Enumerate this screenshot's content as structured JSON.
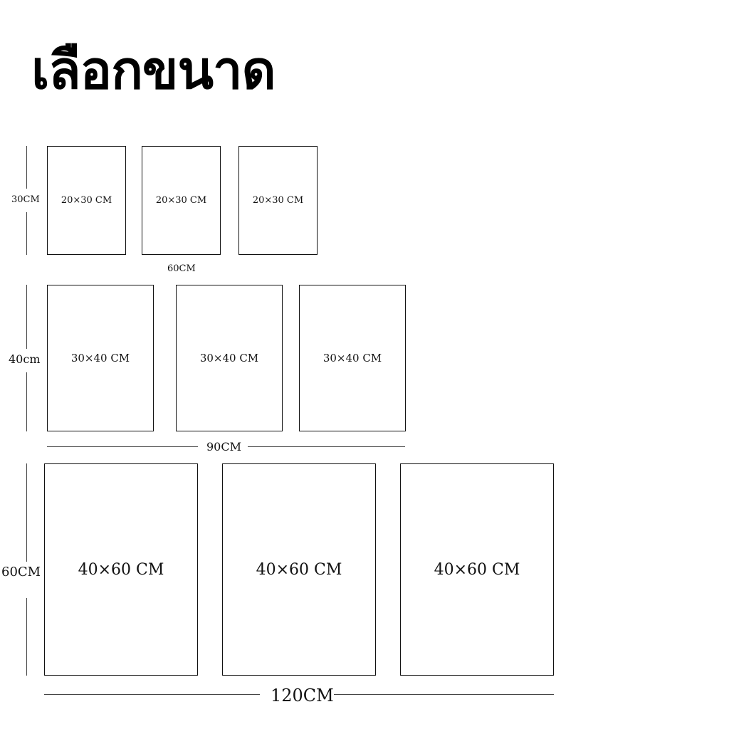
{
  "title": "เลือกขนาด",
  "rows": [
    {
      "height_label": "30CM",
      "width_label": "60CM",
      "panels": [
        "20×30 CM",
        "20×30 CM",
        "20×30 CM"
      ]
    },
    {
      "height_label": "40cm",
      "width_label": "90CM",
      "panels": [
        "30×40 CM",
        "30×40 CM",
        "30×40 CM"
      ]
    },
    {
      "height_label": "60CM",
      "width_label": "120CM",
      "panels": [
        "40×60 CM",
        "40×60 CM",
        "40×60 CM"
      ]
    }
  ]
}
